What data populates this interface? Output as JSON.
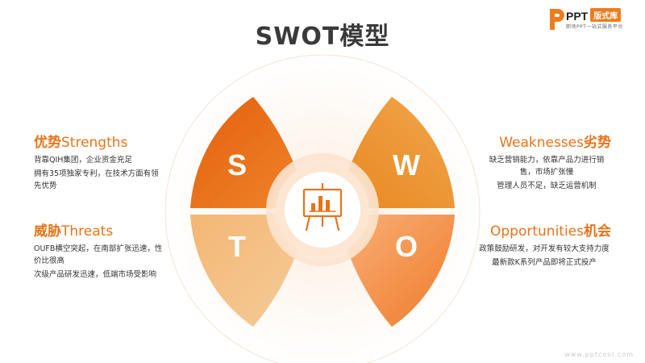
{
  "title": "SWOT模型",
  "logo": {
    "brand": "PPT",
    "tag": "版式库",
    "slogan": "职场PPT一站式服务平台"
  },
  "quadrants": {
    "s": {
      "letter": "S",
      "heading_cn": "优势",
      "heading_en": "Strengths",
      "lines": [
        "背靠QIH集团，企业资金充足",
        "拥有35项独家专利，在技术方面有领先优势"
      ]
    },
    "w": {
      "letter": "W",
      "heading_cn": "劣势",
      "heading_en": "Weaknesses",
      "lines": [
        "缺乏营销能力，依靠产品力进行销售，市场扩张慢",
        "管理人员不足，缺乏运营机制"
      ]
    },
    "t": {
      "letter": "T",
      "heading_cn": "威胁",
      "heading_en": "Threats",
      "lines": [
        "OUFB横空突起，在南部扩张迅速，性价比很高",
        "次级产品研发迅速，低端市场受影响"
      ]
    },
    "o": {
      "letter": "O",
      "heading_cn": "机会",
      "heading_en": "Opportunities",
      "lines": [
        "政策鼓励研发，对开发有较大支持力度",
        "最新款K系列产品即将正式投产"
      ]
    }
  },
  "center_icon": "presentation-board-chart-icon",
  "colors": {
    "accent": "#f07c1e",
    "dark": "#e0620e",
    "light": "#f6b56a",
    "heading": "#e8731a"
  },
  "watermark": "www.pptcool.com"
}
